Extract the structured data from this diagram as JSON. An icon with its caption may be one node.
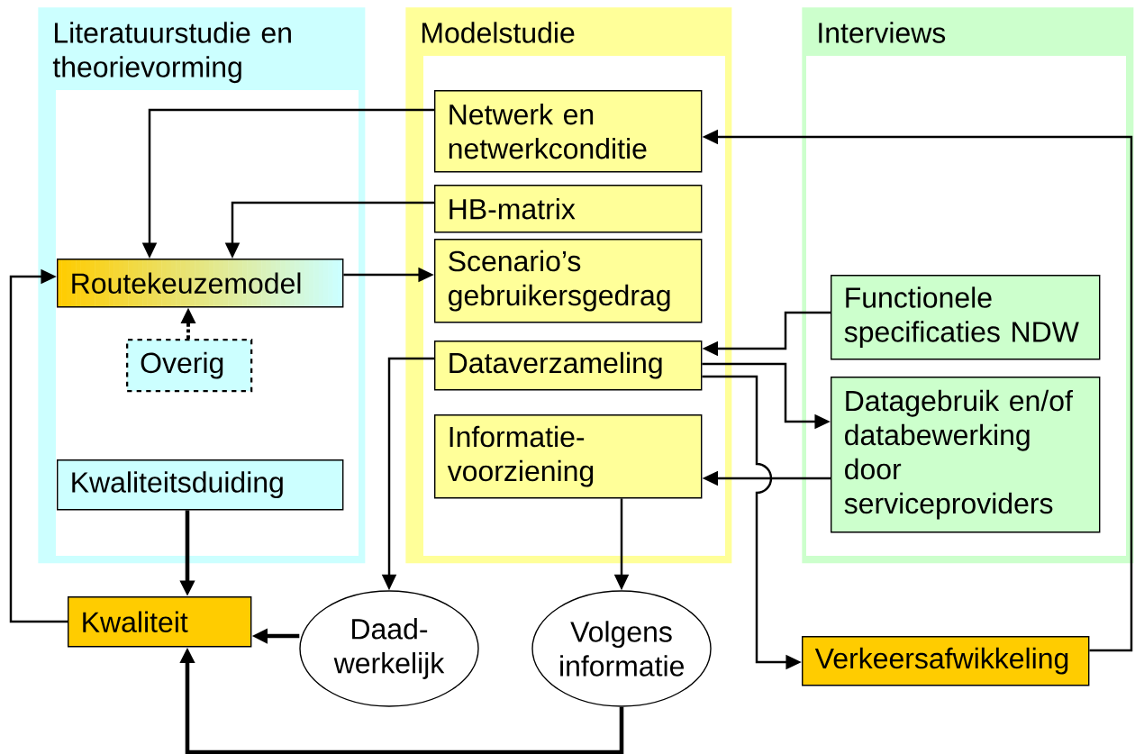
{
  "diagram": {
    "nodes": [
      {
        "text": [
          "Literatuurstudie en theorievorming"
        ]
      },
      {
        "text": [
          "Modelstudie"
        ]
      },
      {
        "text": [
          "Interviews"
        ]
      },
      {
        "text": [
          "Netwerk en netwerkconditie"
        ],
        "in": 1
      },
      {
        "text": [
          "HB-matrix"
        ],
        "in": 1
      },
      {
        "text": [
          "Scenario’s gebruikersgedrag"
        ],
        "in": 1
      },
      {
        "text": [
          "Dataverzameling"
        ],
        "in": 1
      },
      {
        "text": [
          "Informatie- voorziening"
        ],
        "in": 1
      },
      {
        "text": [
          "Routekeuzemodel"
        ],
        "in": 0
      },
      {
        "text": [
          "Overig"
        ],
        "in": 0
      },
      {
        "text": [
          "Kwaliteitsduiding"
        ],
        "in": 0
      },
      {
        "text": [
          "Functionele specificaties NDW"
        ],
        "in": 2
      },
      {
        "text": [
          "Datagebruik en/of databewerking door serviceproviders"
        ],
        "in": 2
      },
      {
        "text": [
          "Kwaliteit"
        ]
      },
      {
        "text": [
          "Daad- werkelijk"
        ]
      },
      {
        "text": [
          "Volgens informatie"
        ]
      },
      {
        "text": [
          "Verkeersafwikkeling"
        ]
      }
    ],
    "edges": [
      {
        "from": 3,
        "to": 8,
        "arrow": "to"
      },
      {
        "from": 4,
        "to": 8,
        "arrow": "to"
      },
      {
        "from": 8,
        "to": 5,
        "arrow": "to"
      },
      {
        "from": 9,
        "to": 8,
        "arrow": "to",
        "style": "dashed"
      },
      {
        "from": 11,
        "to": 6,
        "arrow": "to"
      },
      {
        "from": 6,
        "to": 12,
        "arrow": "to"
      },
      {
        "from": 12,
        "to": 7,
        "arrow": "to"
      },
      {
        "from": 6,
        "to": 16,
        "arrow": "to"
      },
      {
        "from": 16,
        "to": 3,
        "arrow": "to"
      },
      {
        "from": 6,
        "to": 14,
        "arrow": "to"
      },
      {
        "from": 7,
        "to": 15,
        "arrow": "to"
      },
      {
        "from": 10,
        "to": 13,
        "arrow": "to",
        "style": "thick"
      },
      {
        "from": 14,
        "to": 13,
        "arrow": "to",
        "style": "thick"
      },
      {
        "from": 15,
        "to": 13,
        "arrow": "to",
        "style": "thick"
      },
      {
        "from": 13,
        "to": 8,
        "arrow": "to"
      }
    ]
  }
}
